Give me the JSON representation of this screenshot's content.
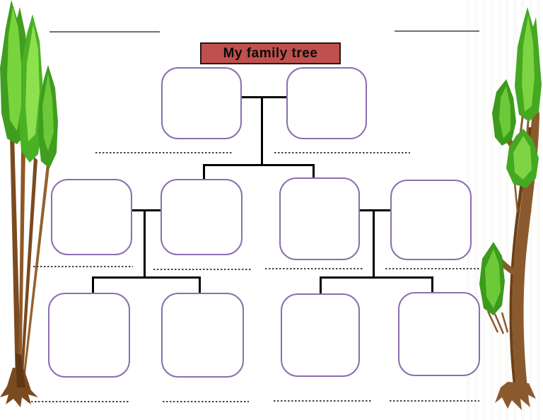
{
  "title": {
    "label": "My family tree",
    "bg_color": "#c0504d",
    "border_color": "#221a18",
    "text_color": "#0a0a0a"
  },
  "diagram": {
    "type": "family-tree-template",
    "box_border_color": "#8a6fae",
    "connector_color": "#000000",
    "writing_line_color": "#454545",
    "header_line_color": "#707070",
    "generations": [
      {
        "name": "grandparents",
        "boxes": [
          {
            "id": "grandparent-1",
            "text": ""
          },
          {
            "id": "grandparent-2",
            "text": ""
          }
        ]
      },
      {
        "name": "parents",
        "boxes": [
          {
            "id": "parent-1",
            "text": ""
          },
          {
            "id": "parent-2",
            "text": ""
          },
          {
            "id": "parent-3",
            "text": ""
          },
          {
            "id": "parent-4",
            "text": ""
          }
        ]
      },
      {
        "name": "children",
        "boxes": [
          {
            "id": "child-1",
            "text": ""
          },
          {
            "id": "child-2",
            "text": ""
          },
          {
            "id": "child-3",
            "text": ""
          },
          {
            "id": "child-4",
            "text": ""
          }
        ]
      }
    ],
    "writing_lines_count": 10,
    "header_blank_lines_count": 2
  },
  "decorations": {
    "left_tree": "tall-poplar-tree-illustration",
    "right_tree": "branched-tree-illustration",
    "foliage_colors": [
      "#3f9e1e",
      "#49b224",
      "#7ed443",
      "#8ee04e"
    ],
    "trunk_colors": [
      "#8a5a2e",
      "#7a4a21",
      "#6b4018"
    ]
  }
}
